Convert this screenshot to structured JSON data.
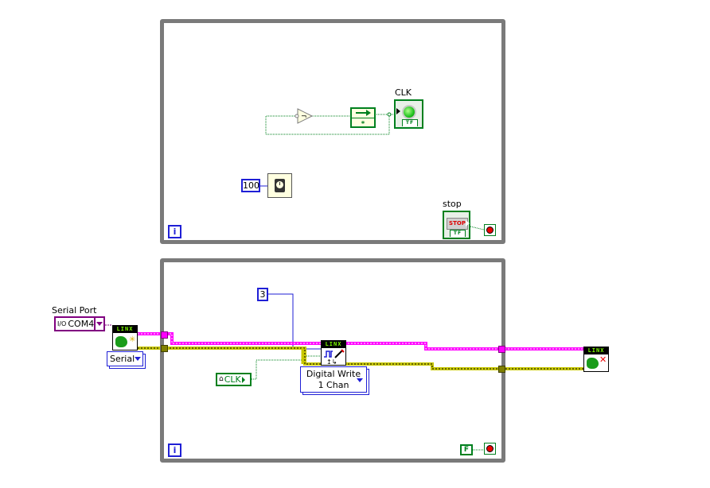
{
  "top_loop": {
    "clk_label": "CLK",
    "not_symbol": "¬",
    "shift_symbol": "⁎",
    "bool_indicator_tf": "TF",
    "wait_ms": "100",
    "stop_label": "stop",
    "stop_button_text": "STOP",
    "stop_tf": "TF",
    "iteration": "i"
  },
  "bottom_loop": {
    "serial_port_label": "Serial Port",
    "serial_port_value": "COM4",
    "visa_glyph": "I/O",
    "interface_value": "Serial",
    "channel_const": "3",
    "clk_local": "CLK",
    "digital_write_line1": "Digital Write",
    "digital_write_line2": "1 Chan",
    "false_const": "F",
    "linx_header": "LINX",
    "iteration": "i"
  },
  "colors": {
    "loop_border": "#7a7a7a",
    "visa_wire": "#ff00ff",
    "error_wire": "#c8c800",
    "bool_green": "#00801e",
    "numeric_blue": "#1f1fd6",
    "visa_purple": "#800080"
  }
}
